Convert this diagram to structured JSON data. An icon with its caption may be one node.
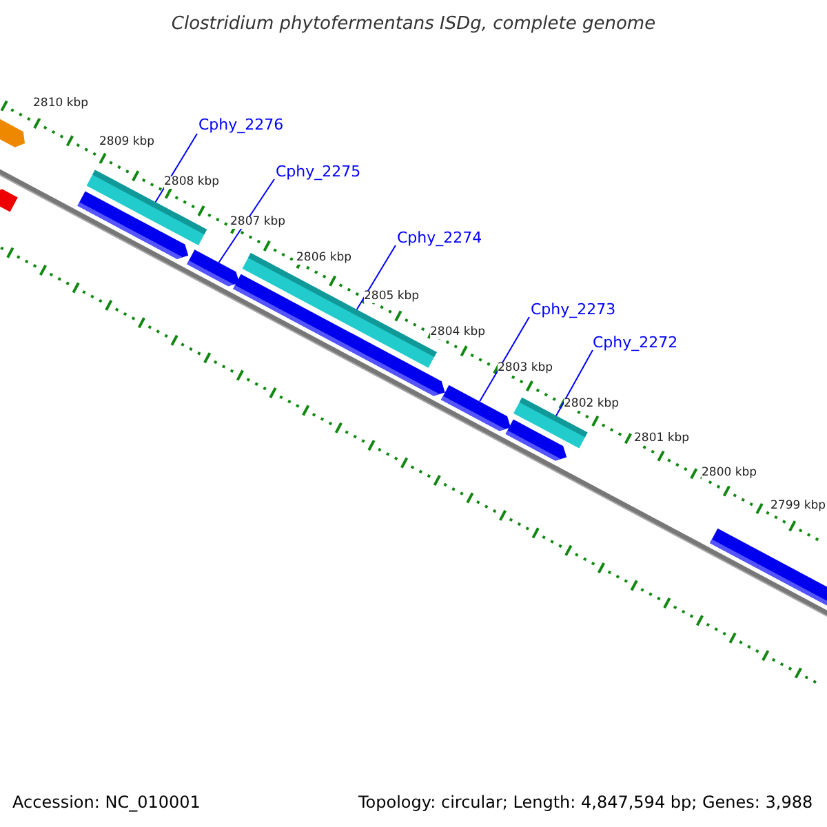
{
  "diagram": {
    "title": "Clostridium phytofermentans ISDg, complete genome",
    "nodes": [
      {
        "text": [
          "Cphy_2276"
        ]
      },
      {
        "text": [
          "Cphy_2275"
        ]
      },
      {
        "text": [
          "Cphy_2274"
        ]
      },
      {
        "text": [
          "Cphy_2273"
        ]
      },
      {
        "text": [
          "Cphy_2272"
        ]
      },
      {
        "text": [],
        "shape": "bar"
      },
      {
        "text": [],
        "shape": "bar"
      },
      {
        "text": [],
        "shape": "bar"
      },
      {
        "text": [],
        "shape": "bar"
      },
      {
        "text": [],
        "shape": "bar"
      },
      {
        "text": [],
        "shape": "bar"
      },
      {
        "text": [],
        "shape": "bar"
      },
      {
        "text": [],
        "shape": "bar"
      },
      {
        "text": [],
        "shape": "bar"
      },
      {
        "text": [],
        "shape": "bar"
      },
      {
        "text": [],
        "shape": "bar"
      }
    ],
    "edges": [
      {
        "from": 0,
        "to": 8,
        "arrow": "none"
      },
      {
        "from": 1,
        "to": 9,
        "arrow": "none"
      },
      {
        "from": 2,
        "to": 11,
        "arrow": "none"
      },
      {
        "from": 3,
        "to": 12,
        "arrow": "none"
      },
      {
        "from": 4,
        "to": 14,
        "arrow": "none"
      }
    ],
    "labels": [
      "2810 kbp",
      "2809 kbp",
      "2808 kbp",
      "2807 kbp",
      "2806 kbp",
      "2805 kbp",
      "2804 kbp",
      "2803 kbp",
      "2802 kbp",
      "2801 kbp",
      "2800 kbp",
      "2799 kbp",
      "Accession: NC_010001",
      "Topology: circular; Length: 4,847,594 bp; Genes: 3,988"
    ]
  }
}
